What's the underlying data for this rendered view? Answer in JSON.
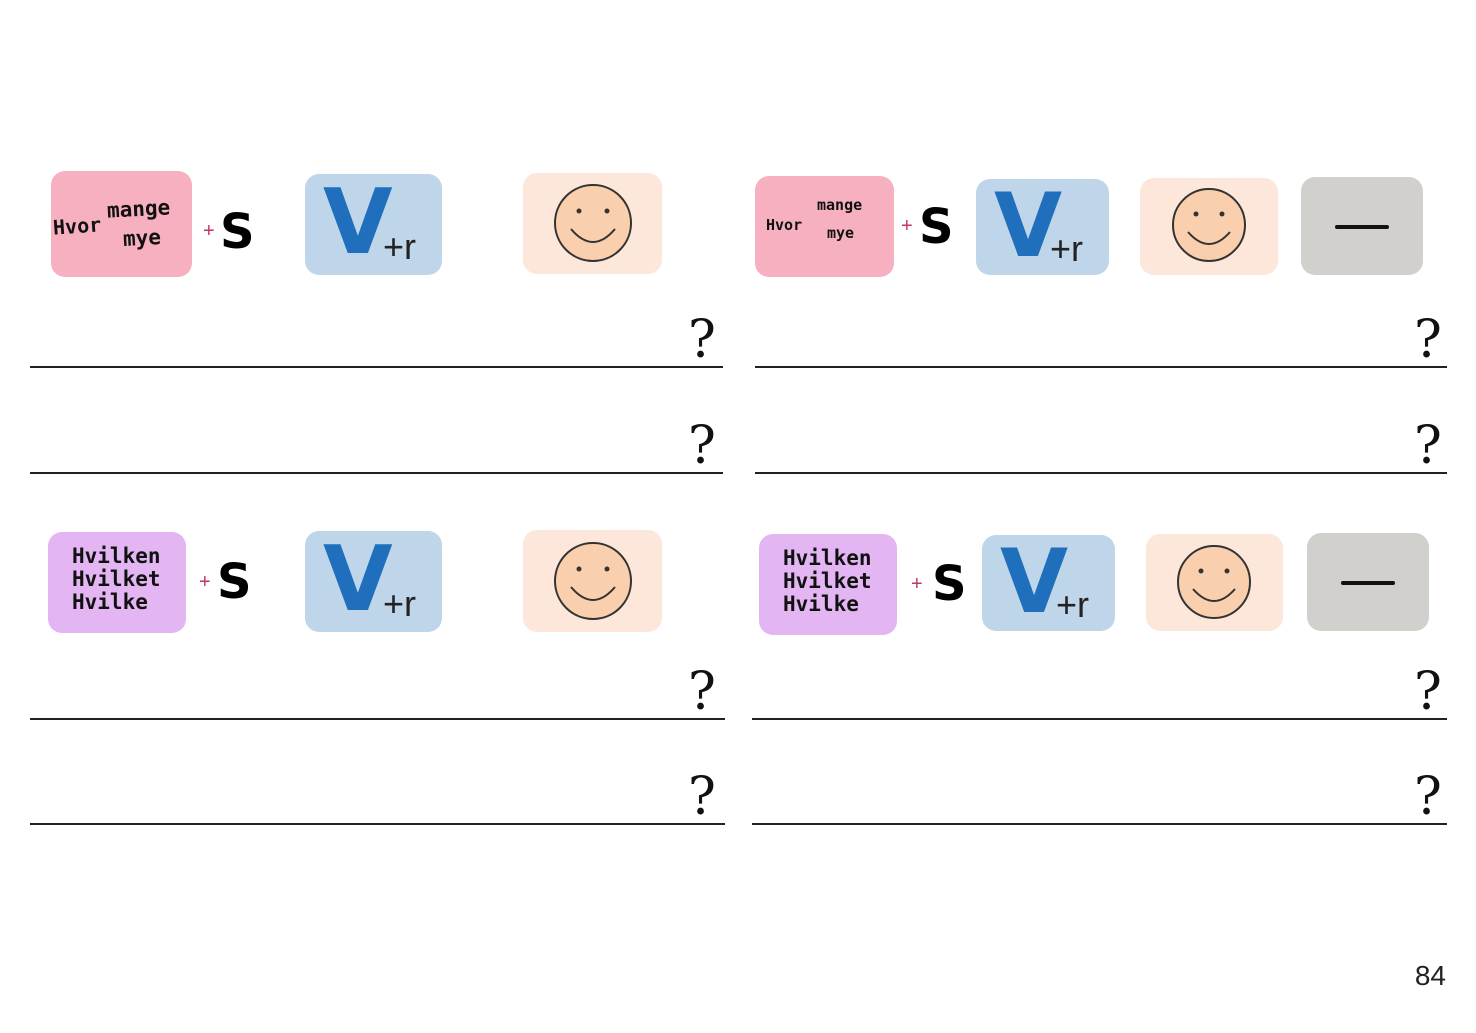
{
  "question_words_1": {
    "hvor": "Hvor",
    "mange": "mange",
    "mye": "mye"
  },
  "question_words_2": {
    "hvilken": "Hvilken",
    "hvilket": "Hvilket",
    "hvilke": "Hvilke"
  },
  "symbols": {
    "plus": "+",
    "subject": "S",
    "verb": "V",
    "verb_suffix": "+r",
    "negation": "—",
    "question_mark": "?"
  },
  "page_number": "84",
  "colors": {
    "question_card_pink": "#f6b0c0",
    "question_card_violet": "#e3b6f3",
    "verb_card": "#bed5ea",
    "verb_letter": "#1f6fbc",
    "smiley_card": "#fde6da",
    "smiley_face": "#f9cfae",
    "negation_card": "#d2d0cd"
  },
  "icons": [
    "smiley-face-icon",
    "negation-dash-icon"
  ]
}
